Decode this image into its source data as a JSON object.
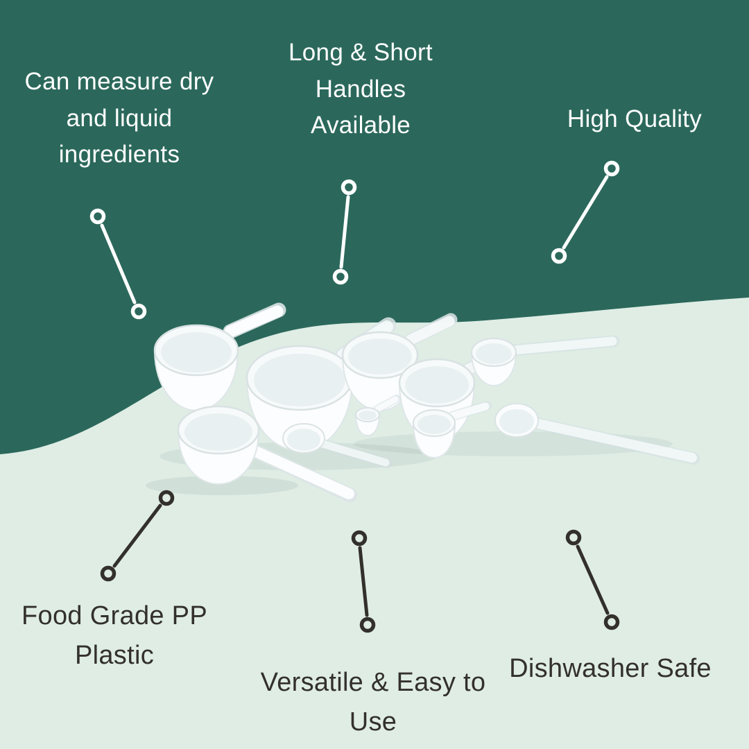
{
  "colors": {
    "teal_background": "#2B685B",
    "mint_background": "#DFEDE5",
    "light_text": "#FFFFFF",
    "dark_text": "#33302B"
  },
  "callouts": {
    "measure": "Can measure dry and liquid ingredients",
    "handles": "Long & Short Handles Available",
    "quality": "High Quality",
    "material": "Food Grade PP Plastic",
    "versatile": "Versatile & Easy to Use",
    "dishwasher": "Dishwasher Safe"
  },
  "product_photo": {
    "alt": "Set of white translucent plastic measuring scoops and spoons with long and short handles arranged diagonally"
  }
}
